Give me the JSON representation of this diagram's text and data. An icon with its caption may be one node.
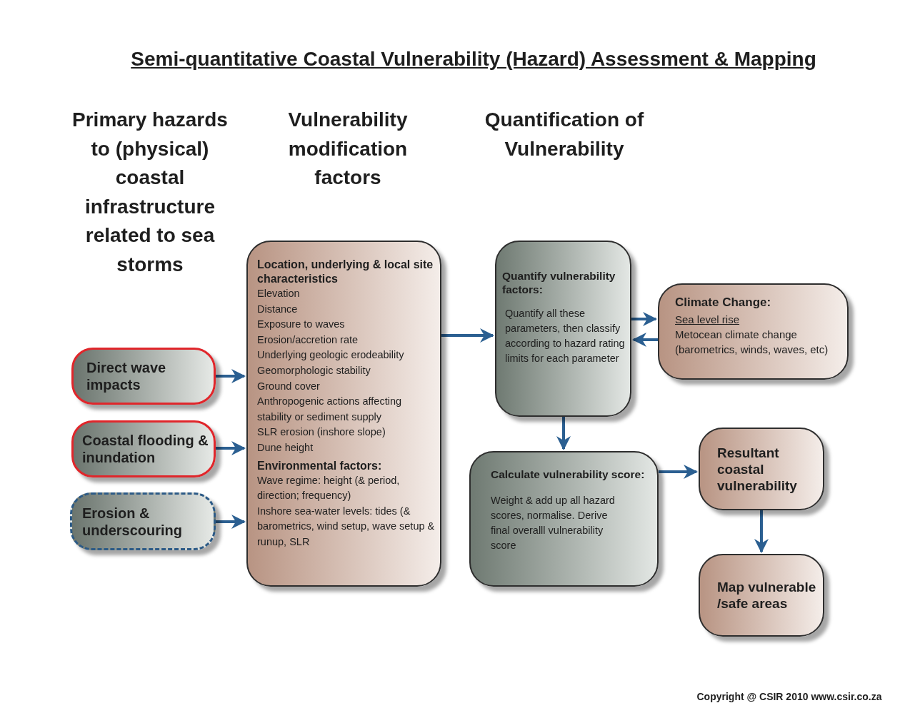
{
  "diagram": {
    "title": "Semi-quantitative Coastal Vulnerability (Hazard) Assessment & Mapping",
    "nodes": [
      {
        "text": [
          "Direct wave impacts"
        ]
      },
      {
        "text": [
          "Coastal flooding & inundation"
        ]
      },
      {
        "text": [
          "Erosion & underscouring"
        ]
      },
      {
        "text": [
          "Location, underlying & local site characteristics",
          "Elevation",
          "Distance",
          "Exposure to waves",
          "Erosion/accretion rate",
          "Underlying geologic erodeability",
          "Geomorphologic stability",
          "Ground cover",
          "Anthropogenic actions affecting stability or sediment supply",
          "SLR erosion (inshore slope)",
          "Dune height",
          "Environmental factors:",
          "Wave regime: height (& period, direction; frequency)",
          "Inshore sea-water levels: tides (& barometrics, wind setup, wave setup & runup, SLR"
        ]
      },
      {
        "text": [
          "Quantify vulnerability factors:",
          "Quantify all these parameters, then classify according to hazard rating limits for each parameter"
        ]
      },
      {
        "text": [
          "Climate Change:",
          "Sea level rise",
          "Metocean climate change (barometrics, winds, waves, etc)"
        ]
      },
      {
        "text": [
          "Calculate vulnerability score:",
          "Weight & add up all hazard scores, normalise. Derive final overalll vulnerability score"
        ]
      },
      {
        "text": [
          "Resultant coastal vulnerability"
        ]
      },
      {
        "text": [
          "Map vulnerable /safe areas"
        ]
      }
    ],
    "edges": [
      {
        "from": 0,
        "to": 3,
        "arrow": "to"
      },
      {
        "from": 1,
        "to": 3,
        "arrow": "to"
      },
      {
        "from": 2,
        "to": 3,
        "arrow": "to"
      },
      {
        "from": 3,
        "to": 4,
        "arrow": "to"
      },
      {
        "from": 4,
        "to": 5,
        "arrow": "to"
      },
      {
        "from": 5,
        "to": 4,
        "arrow": "to"
      },
      {
        "from": 4,
        "to": 6,
        "arrow": "to"
      },
      {
        "from": 6,
        "to": 7,
        "arrow": "to"
      },
      {
        "from": 7,
        "to": 8,
        "arrow": "to"
      }
    ],
    "labels": [
      "Primary hazards to (physical) coastal infrastructure related to sea storms",
      "Vulnerability modification factors",
      "Quantification of Vulnerability",
      "Copyright @ CSIR 2010 www.csir.co.za"
    ]
  }
}
